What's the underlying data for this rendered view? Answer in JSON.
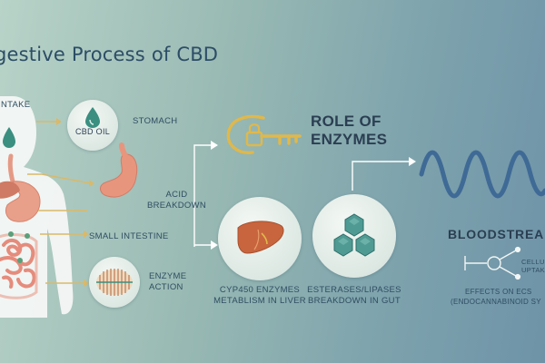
{
  "title": "gestive Process of CBD",
  "steps": {
    "intake": "INTAKE",
    "oil": "CBD OIL",
    "stomach": "STOMACH",
    "acid_line1": "ACID",
    "acid_line2": "BREAKDOWN",
    "small_intestine": "SMALL INTESTINE",
    "enzyme_line1": "ENZYME",
    "enzyme_line2": "ACTION"
  },
  "enzymes": {
    "title_line1": "ROLE OF",
    "title_line2": "ENZYMES",
    "cyp_line1": "CYP450 ENZYMES",
    "cyp_line2": "METABLISM IN LIVER",
    "est_line1": "ESTERASES/LIPASES",
    "est_line2": "BREAKDOWN IN GUT"
  },
  "bloodstream": {
    "title": "BLOODSTREA",
    "cell_line1": "CELLULA",
    "cell_line2": "UPTAK",
    "effects_line1": "EFFECTS ON ECS",
    "effects_line2": "(ENDOCANNABINOID SY"
  },
  "colors": {
    "title": "#2c4d66",
    "text": "#2f4d62",
    "key": "#e0b84a",
    "wave": "#3f6a96",
    "body": "#f4f7f6",
    "organ": "#e79a82",
    "intestine": "#e58c7c",
    "leader": "#d9b96a",
    "liver": "#c8653e",
    "molecule": "#4f9a93"
  },
  "icons": {
    "oil": "oil-drop-icon",
    "key": "key-lock-icon",
    "liver": "liver-icon",
    "molecule": "molecule-icon",
    "enzyme": "enzyme-fiber-icon",
    "wave": "bloodstream-wave-icon",
    "uptake": "cell-uptake-icon"
  }
}
